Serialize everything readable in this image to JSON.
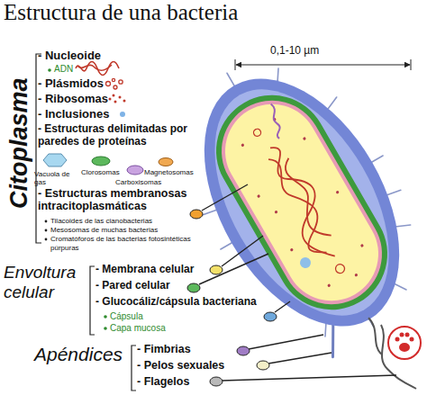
{
  "diagram": {
    "title": "Estructura de una bacteria",
    "labels": [
      "Citoplasma",
      "- Nucleoide",
      "ADN",
      "- Plásmidos",
      "- Ribosomas",
      "- Inclusiones",
      "- Estructuras delimitadas por paredes de proteínas",
      "Vacuola de gas",
      "Clorosomas",
      "Carboxisomas",
      "Magnetosomas",
      "- Estructuras membranosas intracitoplasmáticas",
      "Tilacoides de las cianobacterias",
      "Mesosomas de muchas bacterias",
      "Cromatóforos de las bacterias fotosintéticas púrpuras",
      "0,1-10 µm",
      "Envoltura celular",
      "- Membrana celular",
      "- Pared celular",
      "- Glucocáliz/cápsula bacteriana",
      "Cápsula",
      "Capa mucosa",
      "Apéndices",
      "- Fimbrias",
      "- Pelos sexuales",
      "- Flagelos"
    ]
  }
}
